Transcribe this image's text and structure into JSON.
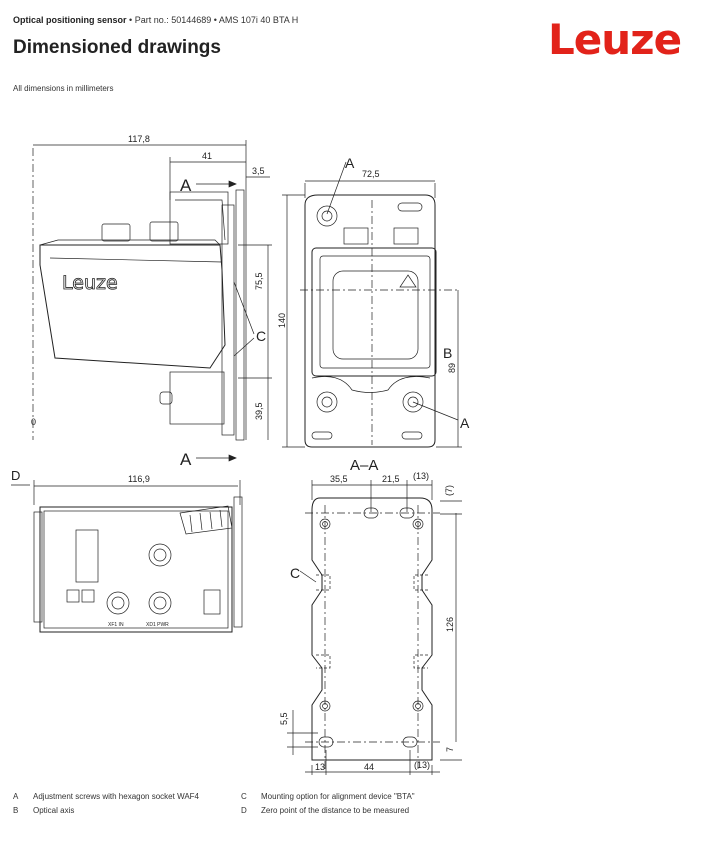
{
  "header": {
    "category": "Optical positioning sensor",
    "part_prefix": "Part no.: 50144689 • AMS 107i 40 BTA H"
  },
  "page_title": "Dimensioned drawings",
  "brand": "Leuze",
  "note": "All dimensions in millimeters",
  "drawing": {
    "side_view": {
      "dim_overall_width": "117,8",
      "dim_41": "41",
      "dim_3_5": "3,5",
      "dim_75_5": "75,5",
      "dim_39_5": "39,5",
      "section_label": "A",
      "callout_c": "C",
      "housing_brand": "Leuze"
    },
    "front_view": {
      "dim_width": "72,5",
      "dim_height": "140",
      "dim_89": "89",
      "callout_a": "A",
      "axis_label": "B"
    },
    "top_view": {
      "marker_d": "D",
      "dim_width": "116,9",
      "port_label_1": "XF1 IN",
      "port_label_2": "XD1 PWR"
    },
    "section_view": {
      "title": "A–A",
      "dim_35_5": "35,5",
      "dim_21_5": "21,5",
      "dim_13_top": "(13)",
      "dim_7_top": "(7)",
      "dim_126": "126",
      "dim_5_5": "5,5",
      "dim_7_bottom": "7",
      "dim_13_bottom": "13",
      "dim_44": "44",
      "dim_13_paren_bottom": "(13)",
      "callout_c": "C"
    }
  },
  "legend": [
    {
      "key": "A",
      "text": "Adjustment screws with hexagon socket WAF4"
    },
    {
      "key": "B",
      "text": "Optical axis"
    },
    {
      "key": "C",
      "text": "Mounting option for alignment device \"BTA\""
    },
    {
      "key": "D",
      "text": "Zero point of the distance to be measured"
    }
  ]
}
